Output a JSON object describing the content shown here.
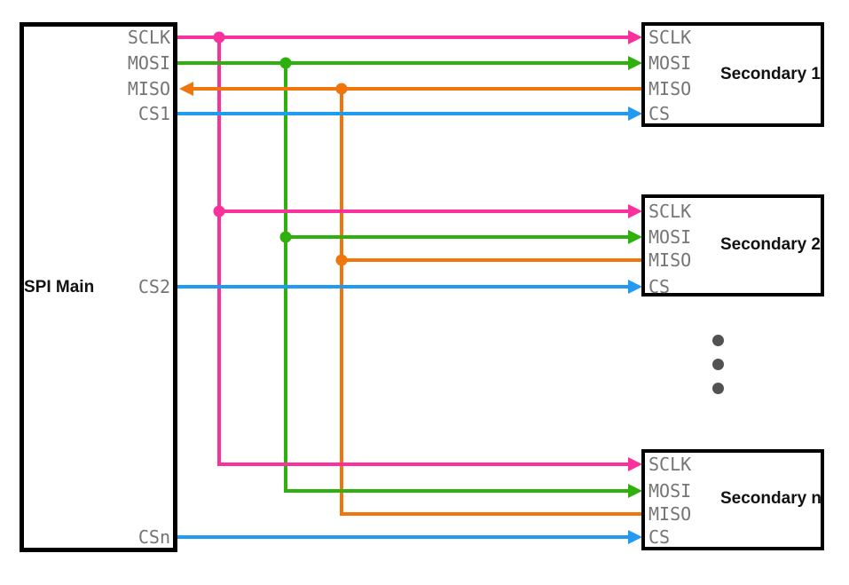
{
  "colors": {
    "sclk_wire": "#F8319D",
    "mosi_wire": "#2FB10D",
    "miso_wire": "#EE760D",
    "cs_wire": "#219BF2",
    "box_border": "#000000",
    "pin_label_text": "#757575",
    "title_text": "#111111",
    "ellipsis_dot": "#525252",
    "background": "#FFFFFF"
  },
  "main": {
    "title": "SPI Main",
    "pins": {
      "sclk": "SCLK",
      "mosi": "MOSI",
      "miso": "MISO",
      "cs1": "CS1",
      "cs2": "CS2",
      "csn": "CSn"
    }
  },
  "secondaries": [
    {
      "title": "Secondary 1",
      "pins": {
        "sclk": "SCLK",
        "mosi": "MOSI",
        "miso": "MISO",
        "cs": "CS"
      }
    },
    {
      "title": "Secondary 2",
      "pins": {
        "sclk": "SCLK",
        "mosi": "MOSI",
        "miso": "MISO",
        "cs": "CS"
      }
    },
    {
      "title": "Secondary n",
      "pins": {
        "sclk": "SCLK",
        "mosi": "MOSI",
        "miso": "MISO",
        "cs": "CS"
      }
    }
  ],
  "signals": [
    {
      "name": "SCLK",
      "color": "#F8319D",
      "direction": "main-to-all-secondaries"
    },
    {
      "name": "MOSI",
      "color": "#2FB10D",
      "direction": "main-to-all-secondaries"
    },
    {
      "name": "MISO",
      "color": "#EE760D",
      "direction": "secondaries-to-main"
    },
    {
      "name": "CS",
      "color": "#219BF2",
      "direction": "main-to-each-secondary"
    }
  ]
}
